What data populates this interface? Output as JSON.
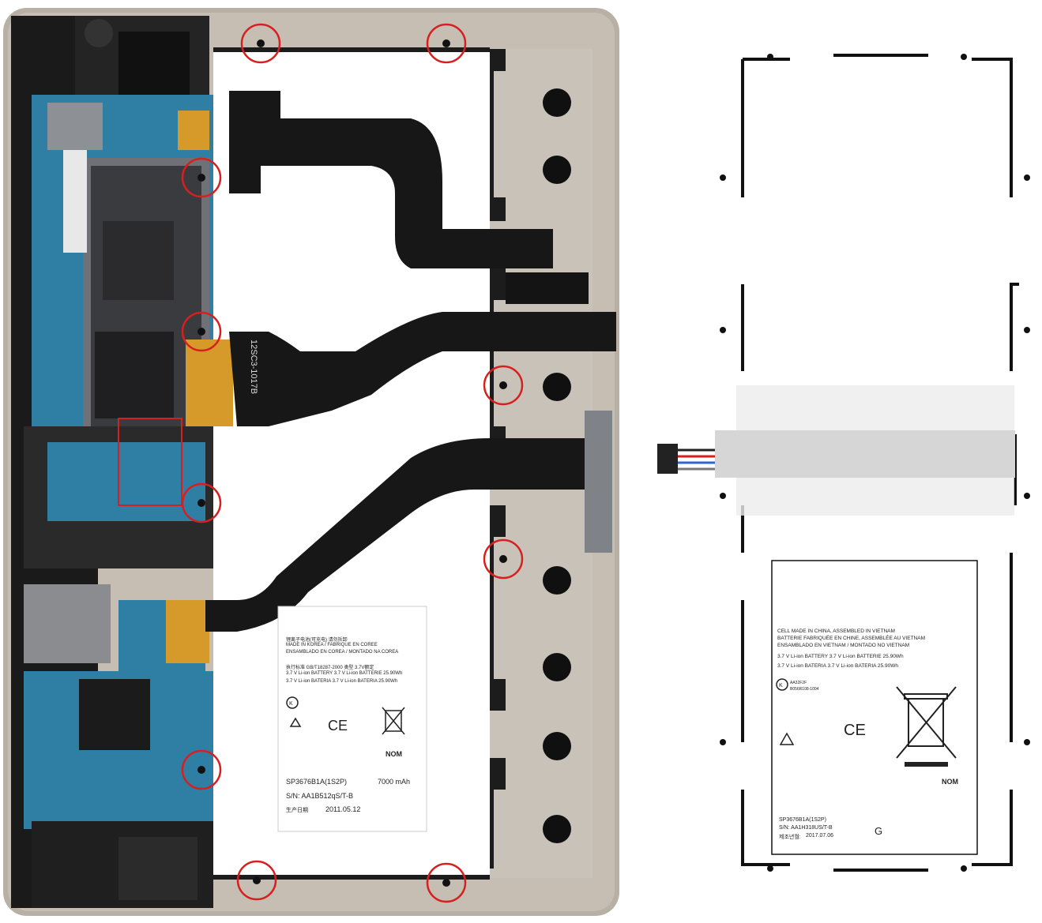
{
  "colors": {
    "background": "#ffffff",
    "frame": "#b7aea4",
    "pcb_blue": "#2e7fa3",
    "flex_cable": "#1a1a1a",
    "marker_red": "#d62020",
    "label_bg": "#ffffff",
    "gold_connector": "#d59a2a"
  },
  "tablet_battery_label": {
    "line1": "锂离子电池(可充电)  请勿拆卸",
    "line2": "MADE IN KOREA / FABRIQUE EN COREE",
    "line3": "ENSAMBLADO EN COREA / MONTADO NA COREA",
    "line4": "执行标准 GB/T18287-2000  类型 3.7V额定",
    "line5": "3.7 V Li-ion BATTERY 3.7 V Li-ion BATTERIE 25.90Wh",
    "line6": "3.7 V Li-ion BATERIA  3.7 V Li-ion BATERIA  25.90Wh",
    "model": "SP3676B1A(1S2P)",
    "capacity": "7000 mAh",
    "serial": "S/N: AA1B512qS/T-B",
    "date_label": "生产日期",
    "date": "2011.05.12",
    "nom": "NOM"
  },
  "flex_label": "12SC3-1017B",
  "separate_battery_label": {
    "line1": "CELL MADE IN CHINA, ASSEMBLED IN VIETNAM",
    "line2": "BATTERIE FABRIQUÉE EN CHINE, ASSEMBLÉE AU VIETNAM",
    "line3": "ENSAMBLADO EN VIETNAM / MONTADO NO VIETNAM",
    "line4": "3.7 V Li-ion BATTERY 3.7 V Li-ion BATTERIE 25.90Wh",
    "line5": "3.7 V Li-ion BATERIA  3.7 V Li-ion BATERIA  25.90Wh",
    "kc_code": "AA32F2F",
    "part_code": "B056R108-1004",
    "model": "SP3676B1A(1S2P)",
    "serial": "S/N:  AA1H318US/T-B",
    "date_label": "제조년월:",
    "date": "2017.07.06",
    "grade": "G",
    "ce": "CE",
    "nom": "NOM"
  },
  "icons": [
    "screw-marker-icon",
    "recycle-icon",
    "ce-mark-icon",
    "weee-bin-icon",
    "kc-mark-icon"
  ]
}
